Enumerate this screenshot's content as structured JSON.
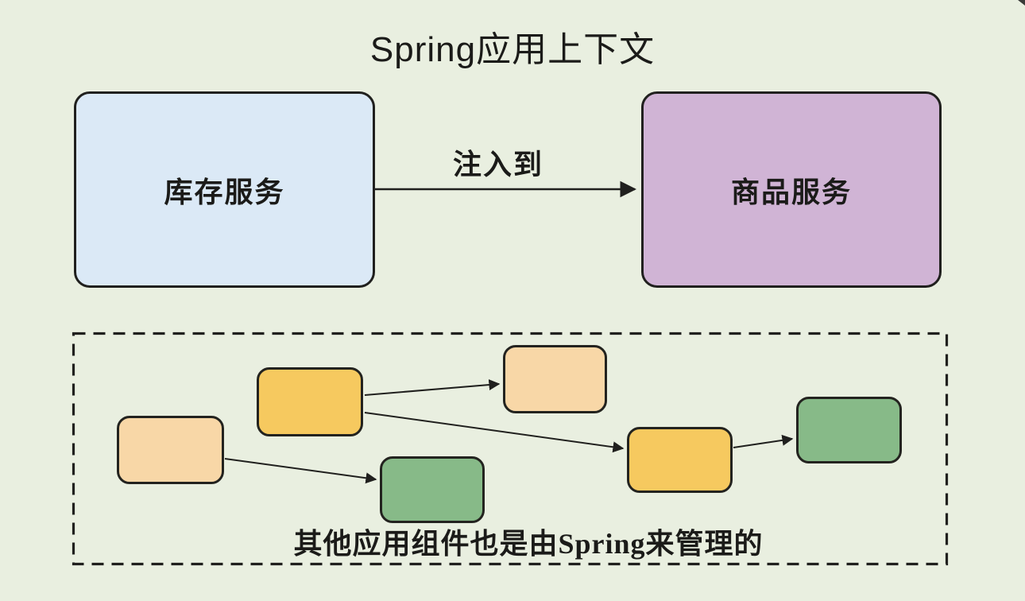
{
  "title": "Spring应用上下文",
  "main_nodes": {
    "inventory": {
      "label": "库存服务"
    },
    "product": {
      "label": "商品服务"
    }
  },
  "injection_arrow": {
    "label": "注入到"
  },
  "managed_container": {
    "caption": "其他应用组件也是由Spring来管理的",
    "component_fills": [
      "peach",
      "yellow",
      "peach",
      "green",
      "yellow",
      "green"
    ]
  },
  "colors": {
    "background": "#e9efe0",
    "inventory_box": "#dbe9f6",
    "product_box": "#d0b4d5",
    "peach": "#f8d7a7",
    "yellow": "#f6c95f",
    "green": "#87ba88",
    "line": "#20201e"
  }
}
